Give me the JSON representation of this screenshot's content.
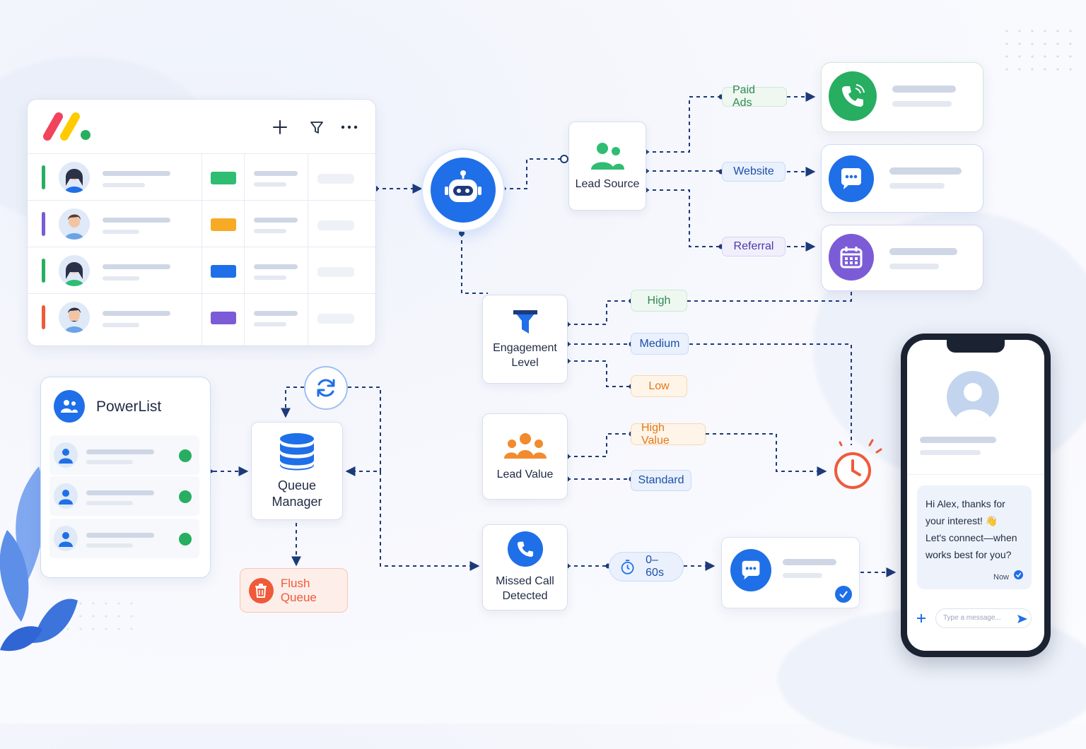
{
  "colors": {
    "primary_blue": "#1f6fe8",
    "dark_navy": "#1d3a7a",
    "green": "#27ae60",
    "orange": "#f28a2e",
    "red": "#ef5a3a",
    "purple": "#7b5cd6"
  },
  "top_board": {
    "icons": [
      "monday-logo-icon",
      "plus-icon",
      "filter-icon",
      "more-icon"
    ],
    "rows": [
      {
        "bar_color": "#27ae60",
        "chip_color": "#2ebd72"
      },
      {
        "bar_color": "#7b5cd6",
        "chip_color": "#f7ab25"
      },
      {
        "bar_color": "#27ae60",
        "chip_color": "#1f6fe8"
      },
      {
        "bar_color": "#ef5a3a",
        "chip_color": "#7b5cd6"
      }
    ]
  },
  "nodes": {
    "lead_source": "Lead Source",
    "engagement_level_1": "Engagement",
    "engagement_level_2": "Level",
    "lead_value": "Lead Value",
    "missed_call_1": "Missed Call",
    "missed_call_2": "Detected",
    "queue_manager_1": "Queue",
    "queue_manager_2": "Manager",
    "flush_queue": "Flush Queue",
    "powerlist": "PowerList",
    "timer_range": "0–60s"
  },
  "pills": {
    "paid_ads": "Paid Ads",
    "website": "Website",
    "referral": "Referral",
    "high": "High",
    "medium": "Medium",
    "low": "Low",
    "high_value": "High Value",
    "standard": "Standard"
  },
  "phone": {
    "message_1": "Hi Alex, thanks for",
    "message_2": "your interest! 👋",
    "message_3": "Let's connect—when",
    "message_4": "works best for you?",
    "time": "Now",
    "input_placeholder": "Type a message..."
  }
}
